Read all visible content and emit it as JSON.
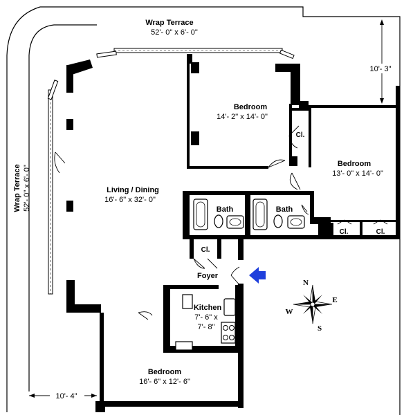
{
  "rooms": {
    "wrap_terrace_top": {
      "name": "Wrap Terrace",
      "dims": "52'- 0\" x 6'- 0\""
    },
    "wrap_terrace_left": {
      "name": "Wrap Terrace",
      "dims": "52'- 0\" x 6'- 0\""
    },
    "living_dining": {
      "name": "Living / Dining",
      "dims": "16'- 6\" x 32'- 0\""
    },
    "bedroom_1": {
      "name": "Bedroom",
      "dims": "14'- 2\" x 14'- 0\""
    },
    "bedroom_2": {
      "name": "Bedroom",
      "dims": "13'- 0\" x 14'- 0\""
    },
    "bedroom_3": {
      "name": "Bedroom",
      "dims": "16'- 6\" x 12'- 6\""
    },
    "kitchen": {
      "name": "Kitchen",
      "dims_line1": "7'- 6\" x",
      "dims_line2": "7'- 8\""
    },
    "bath_1": {
      "name": "Bath"
    },
    "bath_2": {
      "name": "Bath"
    },
    "foyer": {
      "name": "Foyer"
    },
    "closets": {
      "label": "Cl."
    }
  },
  "dimensions": {
    "terrace_right_depth": "10'- 3\"",
    "terrace_bottom_width": "10'- 4\""
  },
  "compass": {
    "n": "N",
    "s": "S",
    "e": "E",
    "w": "W"
  },
  "colors": {
    "entry_arrow": "#1f3fdc",
    "walls": "#000000"
  },
  "icons": {
    "entry": "entry-arrow-icon",
    "compass": "compass-rose-icon"
  }
}
